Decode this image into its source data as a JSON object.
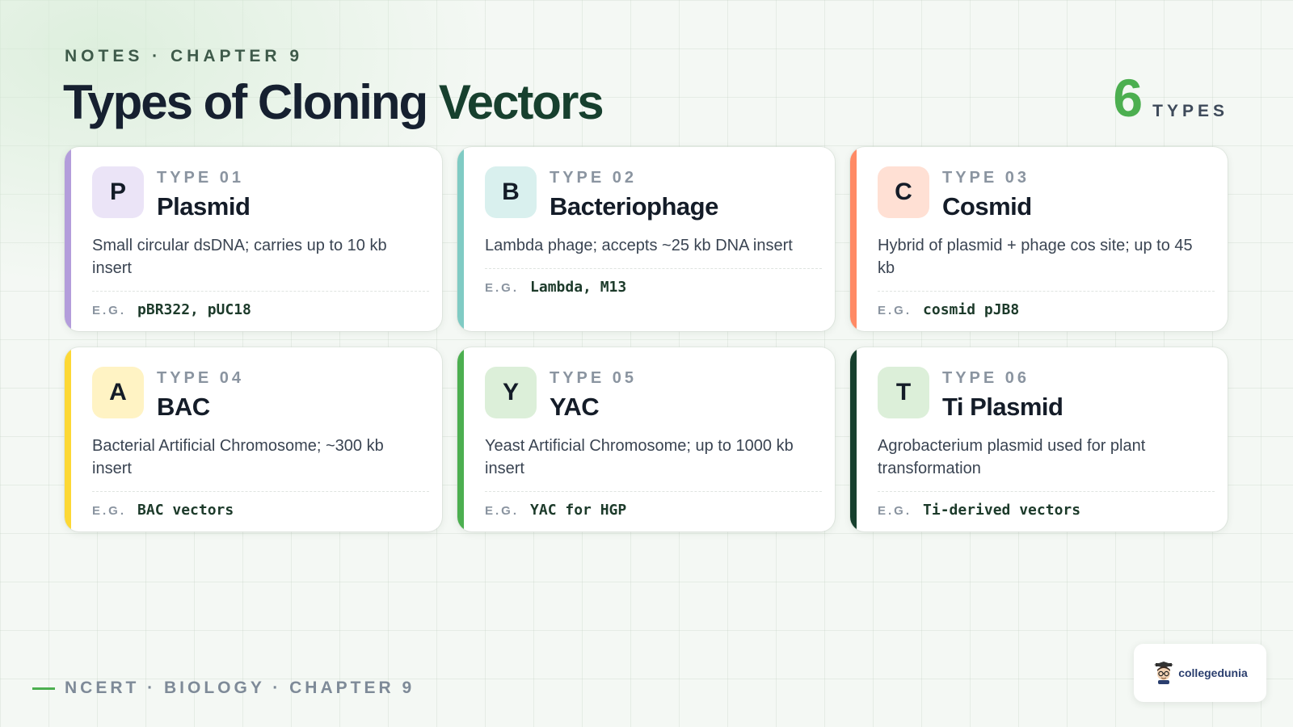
{
  "header": {
    "kicker": "NOTES · CHAPTER 9",
    "title_main": "Types of Cloning ",
    "title_accent": "Vectors",
    "count_number": "6",
    "count_label": "TYPES"
  },
  "colors": {
    "accent_green": "#4caf50",
    "dark_green": "#17402e"
  },
  "example_label": "E.G.",
  "cards": [
    {
      "badge": "P",
      "type_label": "TYPE 01",
      "name": "Plasmid",
      "description": "Small circular dsDNA; carries up to 10 kb insert",
      "example": "pBR322, pUC18",
      "bar_color": "#b39ddb",
      "badge_bg": "#ebe4f7"
    },
    {
      "badge": "B",
      "type_label": "TYPE 02",
      "name": "Bacteriophage",
      "description": "Lambda phage; accepts ~25 kb DNA insert",
      "example": "Lambda, M13",
      "bar_color": "#80cbc4",
      "badge_bg": "#d9f0ee"
    },
    {
      "badge": "C",
      "type_label": "TYPE 03",
      "name": "Cosmid",
      "description": "Hybrid of plasmid + phage cos site; up to 45 kb",
      "example": "cosmid pJB8",
      "bar_color": "#ff8a65",
      "badge_bg": "#ffe0d4"
    },
    {
      "badge": "A",
      "type_label": "TYPE 04",
      "name": "BAC",
      "description": "Bacterial Artificial Chromosome; ~300 kb insert",
      "example": "BAC vectors",
      "bar_color": "#fdd835",
      "badge_bg": "#fff3c4"
    },
    {
      "badge": "Y",
      "type_label": "TYPE 05",
      "name": "YAC",
      "description": "Yeast Artificial Chromosome; up to 1000 kb insert",
      "example": "YAC for HGP",
      "bar_color": "#4caf50",
      "badge_bg": "#dcefd9"
    },
    {
      "badge": "T",
      "type_label": "TYPE 06",
      "name": "Ti Plasmid",
      "description": "Agrobacterium plasmid used for plant transformation",
      "example": "Ti-derived vectors",
      "bar_color": "#17402e",
      "badge_bg": "#dcefd9"
    }
  ],
  "footer": {
    "text": "NCERT · BIOLOGY · CHAPTER 9"
  },
  "brand": {
    "name": "collegedunia",
    "mascot_icon": "student-mascot-icon"
  }
}
